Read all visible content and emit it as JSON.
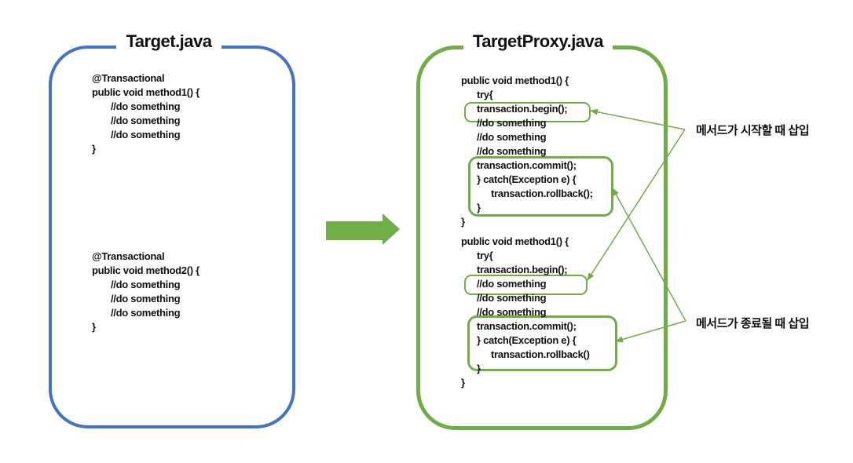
{
  "colors": {
    "accent_blue": "#4472C4",
    "accent_green": "#70AD47"
  },
  "left_box": {
    "title": "Target.java",
    "block1": [
      "@Transactional",
      "public void method1() {",
      "//do something",
      "//do something",
      "//do something",
      "}"
    ],
    "block2": [
      "@Transactional",
      "public void method2() {",
      "//do something",
      "//do something",
      "//do something",
      "}"
    ]
  },
  "right_box": {
    "title": "TargetProxy.java",
    "method1": [
      "public void method1() {",
      "try{",
      "transaction.begin();",
      "//do something",
      "//do something",
      "//do something",
      "transaction.commit();",
      "} catch(Exception e) {",
      "transaction.rollback();",
      "}",
      "}"
    ],
    "method2": [
      "public void method1() {",
      "try{",
      "transaction.begin();",
      "//do something",
      "//do something",
      "//do something",
      "transaction.commit();",
      "} catch(Exception e) {",
      "transaction.rollback()",
      "}",
      "}"
    ]
  },
  "annotations": {
    "method_start": "메서드가 시작할 때 삽입",
    "method_end": "메서드가 종료될 때 삽입"
  }
}
